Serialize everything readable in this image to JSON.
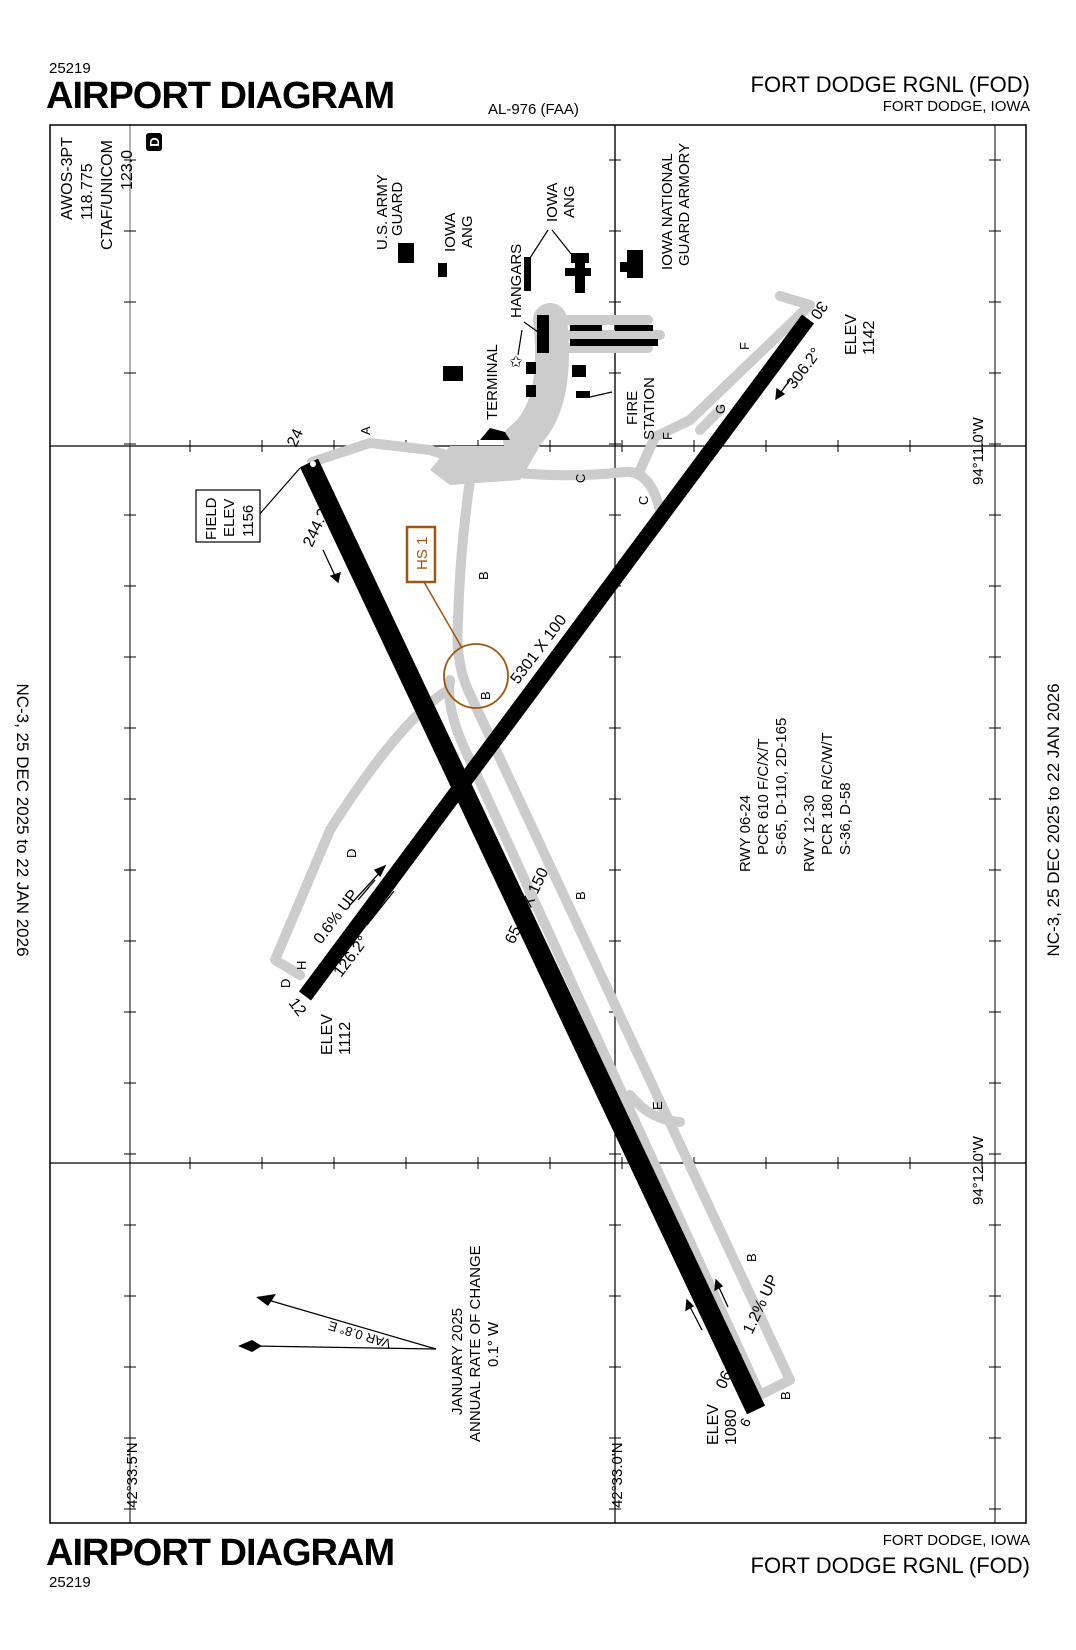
{
  "header": {
    "volume_number": "25219",
    "title": "AIRPORT DIAGRAM",
    "procedure_id": "AL-976 (FAA)",
    "airport_name": "FORT DODGE RGNL (FOD)",
    "city_state": "FORT DODGE, IOWA"
  },
  "footer": {
    "title": "AIRPORT DIAGRAM",
    "volume_number": "25219",
    "city_state": "FORT DODGE, IOWA",
    "airport_name": "FORT DODGE RGNL (FOD)"
  },
  "side_margin": {
    "left_date": "NC-3,  25 DEC 2025  to  22 JAN 2026",
    "right_date": "NC-3,  25 DEC 2025  to  22 JAN 2026"
  },
  "comms": {
    "awos_label": "AWOS-3PT",
    "awos_freq": "118.775",
    "ctaf_label": "CTAF/UNICOM",
    "ctaf_freq": "123.0",
    "d_symbol": "D"
  },
  "coordinates": {
    "lon_1": "94°11.0'W",
    "lon_2": "94°12.0'W",
    "lat_1": "42°33.5'N",
    "lat_2": "42°33.0'N"
  },
  "labels": {
    "army_guard_1": "U.S. ARMY",
    "army_guard_2": "GUARD",
    "iowa_ang_a_1": "IOWA",
    "iowa_ang_a_2": "ANG",
    "iowa_ang_b_1": "IOWA",
    "iowa_ang_b_2": "ANG",
    "guard_armory_1": "IOWA NATIONAL",
    "guard_armory_2": "GUARD ARMORY",
    "hangars": "HANGARS",
    "terminal": "TERMINAL",
    "fire_station_1": "FIRE",
    "fire_station_2": "STATION",
    "field_elev_1": "FIELD",
    "field_elev_2": "ELEV",
    "field_elev_3": "1156",
    "hotspot": "HS 1"
  },
  "runways": {
    "rwy_06_24": {
      "end_a": "6",
      "end_b": "24",
      "dims": "6547 X 150",
      "hdg_a": "064.2°",
      "hdg_b": "244.2°",
      "slope": "1.2% UP",
      "elev_a_label": "ELEV",
      "elev_a": "1080"
    },
    "rwy_12_30": {
      "end_a": "12",
      "end_b": "30",
      "dims": "5301 X 100",
      "hdg_a": "126.2°",
      "hdg_b": "306.2°",
      "slope": "0.6% UP",
      "elev_a_label": "ELEV",
      "elev_a": "1112",
      "elev_b_label": "ELEV",
      "elev_b": "1142"
    }
  },
  "taxiways": {
    "a": "A",
    "b": "B",
    "c": "C",
    "d": "D",
    "e": "E",
    "f": "F",
    "g": "G",
    "h": "H"
  },
  "pavement": {
    "line1": "RWY 06-24",
    "line2": "PCR 610 F/C/X/T",
    "line3": "S-65, D-110, 2D-165",
    "line4": "RWY 12-30",
    "line5": "PCR 180 R/C/W/T",
    "line6": "S-36, D-58"
  },
  "magvar": {
    "var": "VAR 0.8° E",
    "line1": "JANUARY 2025",
    "line2": "ANNUAL RATE OF CHANGE",
    "line3": "0.1° W"
  },
  "colors": {
    "taxiway": "#cccccc",
    "hotspot": "#a0560f",
    "runway": "#000000"
  }
}
